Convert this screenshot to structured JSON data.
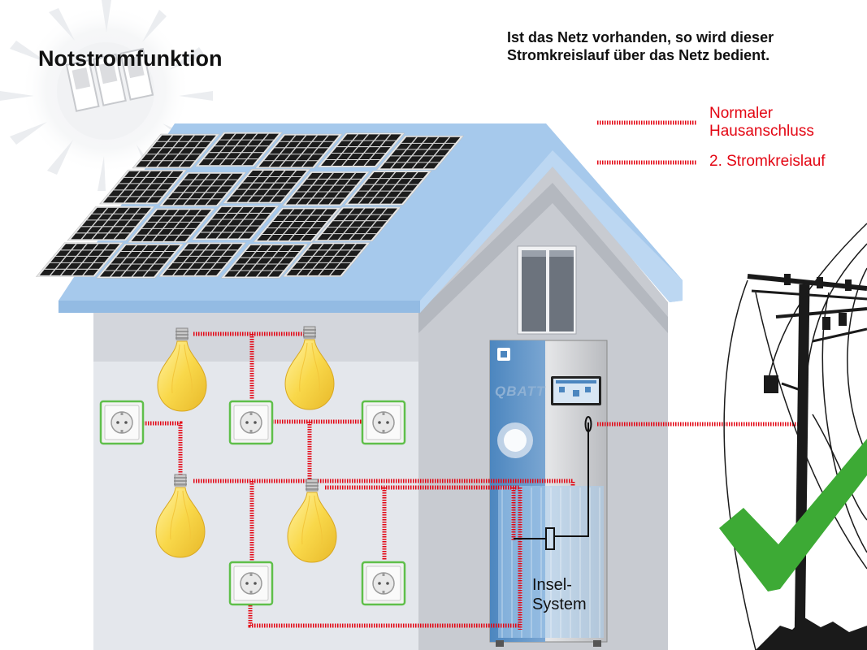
{
  "title": "Notstromfunktion",
  "note": "Ist das Netz vorhanden, so wird dieser Stromkreislauf über das Netz bedient.",
  "legend": [
    {
      "label": "Normaler Hausanschluss",
      "color": "#e30613"
    },
    {
      "label": "2. Stromkreislauf",
      "color": "#e30613"
    }
  ],
  "device": {
    "brand": "QBATT"
  },
  "island_system": {
    "label": "Insel-\nSystem"
  },
  "colors": {
    "roof": "#a6c9ec",
    "wall_front": "#e4e7ec",
    "wall_side": "#c8cbd1",
    "wire": "#e30613",
    "bulb": "#f7d44c",
    "check": "#3daa35",
    "socket_glow": "#5fbf4a"
  },
  "icons": [
    "sun-icon",
    "solar-panel-icon",
    "light-bulb-icon",
    "power-socket-icon",
    "utility-pole-icon",
    "checkmark-icon",
    "battery-storage-icon"
  ]
}
